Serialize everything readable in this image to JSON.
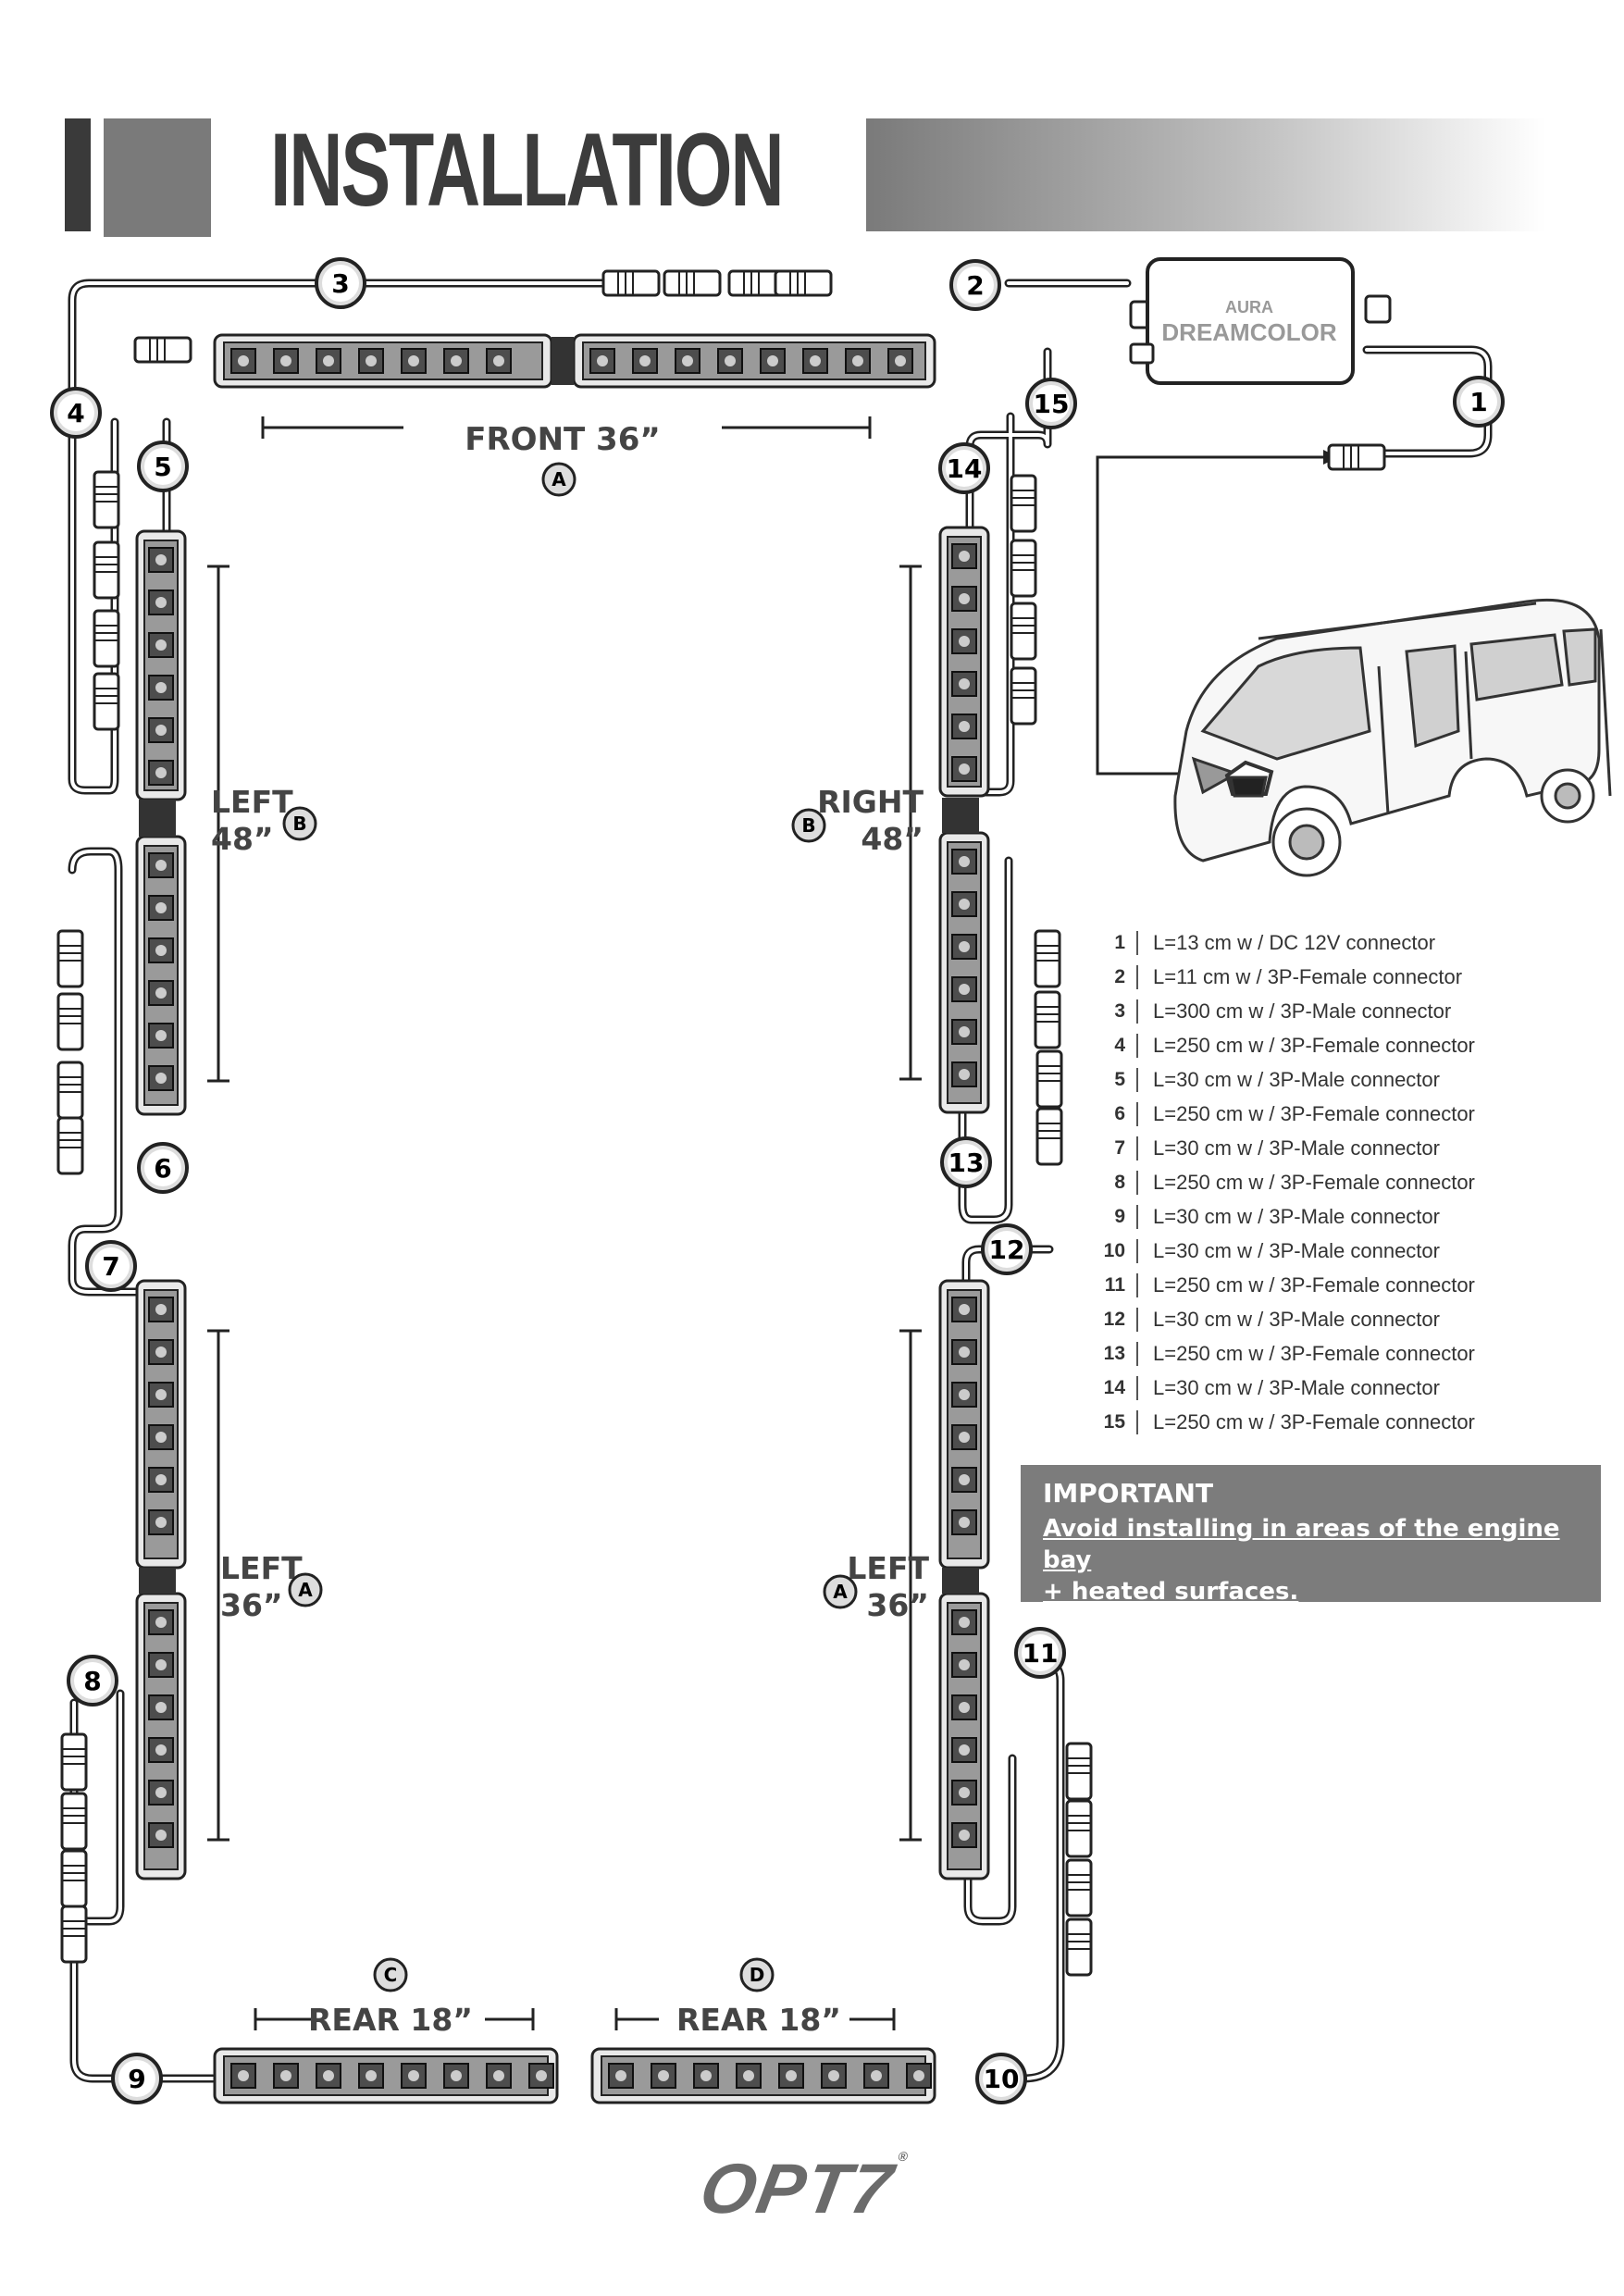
{
  "header": {
    "title": "INSTALLATION"
  },
  "controller": {
    "brand": "AURA",
    "model": "DREAMCOLOR"
  },
  "strip_labels": {
    "front": {
      "name": "FRONT 36”",
      "letter": "A"
    },
    "left_b": {
      "name": "LEFT",
      "length": "48”",
      "letter": "B"
    },
    "right_b": {
      "name": "RIGHT",
      "length": "48”",
      "letter": "B"
    },
    "left_a": {
      "name": "LEFT",
      "length": "36”",
      "letter": "A"
    },
    "right_a": {
      "name": "LEFT",
      "length": "36”",
      "letter": "A"
    },
    "rear_c": {
      "name": "REAR 18”",
      "letter": "C"
    },
    "rear_d": {
      "name": "REAR 18”",
      "letter": "D"
    }
  },
  "wire_numbers": [
    "1",
    "2",
    "3",
    "4",
    "5",
    "6",
    "7",
    "8",
    "9",
    "10",
    "11",
    "12",
    "13",
    "14",
    "15"
  ],
  "legend": [
    {
      "num": "1",
      "text": "L=13 cm w / DC 12V connector"
    },
    {
      "num": "2",
      "text": "L=11 cm w / 3P-Female connector"
    },
    {
      "num": "3",
      "text": "L=300 cm w / 3P-Male connector"
    },
    {
      "num": "4",
      "text": "L=250 cm w / 3P-Female connector"
    },
    {
      "num": "5",
      "text": "L=30 cm w / 3P-Male connector"
    },
    {
      "num": "6",
      "text": "L=250 cm w / 3P-Female connector"
    },
    {
      "num": "7",
      "text": "L=30 cm w / 3P-Male connector"
    },
    {
      "num": "8",
      "text": "L=250 cm w / 3P-Female connector"
    },
    {
      "num": "9",
      "text": "L=30 cm w / 3P-Male connector"
    },
    {
      "num": "10",
      "text": "L=30 cm w / 3P-Male connector"
    },
    {
      "num": "11",
      "text": "L=250 cm w / 3P-Female connector"
    },
    {
      "num": "12",
      "text": "L=30 cm w / 3P-Male connector"
    },
    {
      "num": "13",
      "text": "L=250 cm w / 3P-Female connector"
    },
    {
      "num": "14",
      "text": "L=30 cm w / 3P-Male connector"
    },
    {
      "num": "15",
      "text": "L=250 cm w / 3P-Female connector"
    }
  ],
  "important": {
    "title": "IMPORTANT",
    "body_line1": "Avoid installing in areas of the engine bay",
    "body_line2": "+ heated surfaces."
  },
  "footer": {
    "logo": "OPT7",
    "registered": "®"
  }
}
